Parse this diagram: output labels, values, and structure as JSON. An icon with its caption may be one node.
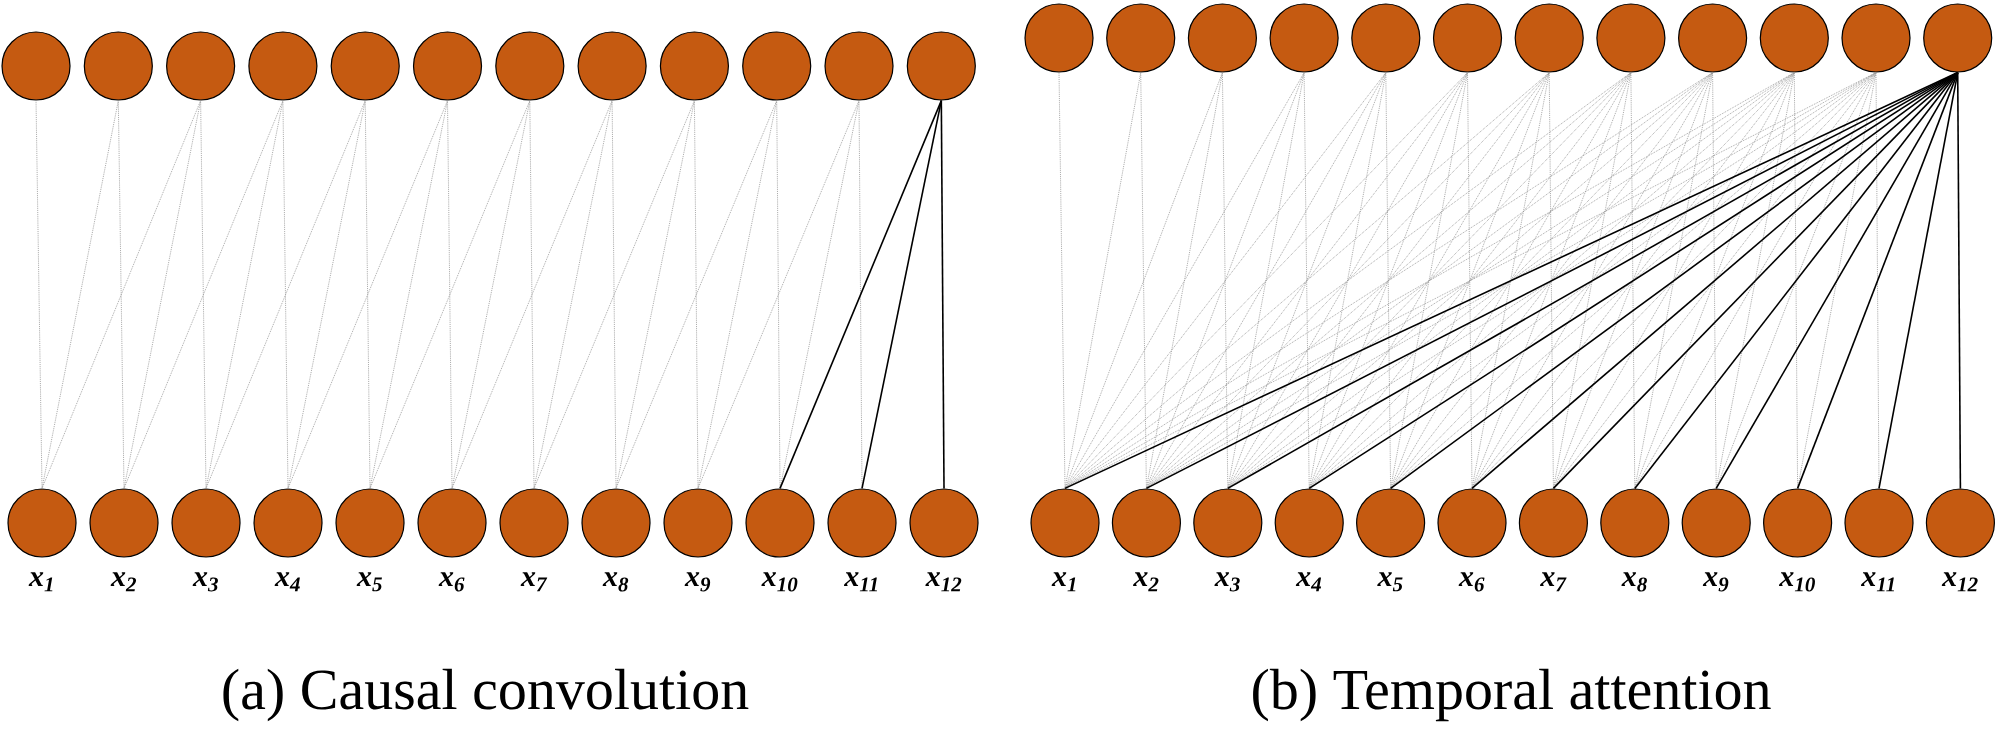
{
  "diagram": {
    "nodes": [
      {
        "text": [],
        "shape": "circle"
      },
      {
        "text": [],
        "shape": "circle"
      },
      {
        "text": [],
        "shape": "circle"
      },
      {
        "text": [],
        "shape": "circle"
      },
      {
        "text": [],
        "shape": "circle"
      },
      {
        "text": [],
        "shape": "circle"
      },
      {
        "text": [],
        "shape": "circle"
      },
      {
        "text": [],
        "shape": "circle"
      },
      {
        "text": [],
        "shape": "circle"
      },
      {
        "text": [],
        "shape": "circle"
      },
      {
        "text": [],
        "shape": "circle"
      },
      {
        "text": [],
        "shape": "circle"
      },
      {
        "text": [],
        "shape": "circle",
        "beside": [
          "x$_{1}$"
        ]
      },
      {
        "text": [],
        "shape": "circle",
        "beside": [
          "x$_{2}$"
        ]
      },
      {
        "text": [],
        "shape": "circle",
        "beside": [
          "x$_{3}$"
        ]
      },
      {
        "text": [],
        "shape": "circle",
        "beside": [
          "x$_{4}$"
        ]
      },
      {
        "text": [],
        "shape": "circle",
        "beside": [
          "x$_{5}$"
        ]
      },
      {
        "text": [],
        "shape": "circle",
        "beside": [
          "x$_{6}$"
        ]
      },
      {
        "text": [],
        "shape": "circle",
        "beside": [
          "x$_{7}$"
        ]
      },
      {
        "text": [],
        "shape": "circle",
        "beside": [
          "x$_{8}$"
        ]
      },
      {
        "text": [],
        "shape": "circle",
        "beside": [
          "x$_{9}$"
        ]
      },
      {
        "text": [],
        "shape": "circle",
        "beside": [
          "x$_{10}$"
        ]
      },
      {
        "text": [],
        "shape": "circle",
        "beside": [
          "x$_{11}$"
        ]
      },
      {
        "text": [],
        "shape": "circle",
        "beside": [
          "x$_{12}$"
        ]
      },
      {
        "text": [],
        "shape": "circle"
      },
      {
        "text": [],
        "shape": "circle"
      },
      {
        "text": [],
        "shape": "circle"
      },
      {
        "text": [],
        "shape": "circle"
      },
      {
        "text": [],
        "shape": "circle"
      },
      {
        "text": [],
        "shape": "circle"
      },
      {
        "text": [],
        "shape": "circle"
      },
      {
        "text": [],
        "shape": "circle"
      },
      {
        "text": [],
        "shape": "circle"
      },
      {
        "text": [],
        "shape": "circle"
      },
      {
        "text": [],
        "shape": "circle"
      },
      {
        "text": [],
        "shape": "circle"
      },
      {
        "text": [],
        "shape": "circle",
        "beside": [
          "x$_{1}$"
        ]
      },
      {
        "text": [],
        "shape": "circle",
        "beside": [
          "x$_{2}$"
        ]
      },
      {
        "text": [],
        "shape": "circle",
        "beside": [
          "x$_{3}$"
        ]
      },
      {
        "text": [],
        "shape": "circle",
        "beside": [
          "x$_{4}$"
        ]
      },
      {
        "text": [],
        "shape": "circle",
        "beside": [
          "x$_{5}$"
        ]
      },
      {
        "text": [],
        "shape": "circle",
        "beside": [
          "x$_{6}$"
        ]
      },
      {
        "text": [],
        "shape": "circle",
        "beside": [
          "x$_{7}$"
        ]
      },
      {
        "text": [],
        "shape": "circle",
        "beside": [
          "x$_{8}$"
        ]
      },
      {
        "text": [],
        "shape": "circle",
        "beside": [
          "x$_{9}$"
        ]
      },
      {
        "text": [],
        "shape": "circle",
        "beside": [
          "x$_{10}$"
        ]
      },
      {
        "text": [],
        "shape": "circle",
        "beside": [
          "x$_{11}$"
        ]
      },
      {
        "text": [],
        "shape": "circle",
        "beside": [
          "x$_{12}$"
        ]
      }
    ],
    "edges": [
      {
        "from": 12,
        "to": 0,
        "arrow": "none",
        "style": "dashed"
      },
      {
        "from": 12,
        "to": 1,
        "arrow": "none",
        "style": "dashed"
      },
      {
        "from": 13,
        "to": 1,
        "arrow": "none",
        "style": "dashed"
      },
      {
        "from": 12,
        "to": 2,
        "arrow": "none",
        "style": "dashed"
      },
      {
        "from": 13,
        "to": 2,
        "arrow": "none",
        "style": "dashed"
      },
      {
        "from": 14,
        "to": 2,
        "arrow": "none",
        "style": "dashed"
      },
      {
        "from": 13,
        "to": 3,
        "arrow": "none",
        "style": "dashed"
      },
      {
        "from": 14,
        "to": 3,
        "arrow": "none",
        "style": "dashed"
      },
      {
        "from": 15,
        "to": 3,
        "arrow": "none",
        "style": "dashed"
      },
      {
        "from": 14,
        "to": 4,
        "arrow": "none",
        "style": "dashed"
      },
      {
        "from": 15,
        "to": 4,
        "arrow": "none",
        "style": "dashed"
      },
      {
        "from": 16,
        "to": 4,
        "arrow": "none",
        "style": "dashed"
      },
      {
        "from": 15,
        "to": 5,
        "arrow": "none",
        "style": "dashed"
      },
      {
        "from": 16,
        "to": 5,
        "arrow": "none",
        "style": "dashed"
      },
      {
        "from": 17,
        "to": 5,
        "arrow": "none",
        "style": "dashed"
      },
      {
        "from": 16,
        "to": 6,
        "arrow": "none",
        "style": "dashed"
      },
      {
        "from": 17,
        "to": 6,
        "arrow": "none",
        "style": "dashed"
      },
      {
        "from": 18,
        "to": 6,
        "arrow": "none",
        "style": "dashed"
      },
      {
        "from": 17,
        "to": 7,
        "arrow": "none",
        "style": "dashed"
      },
      {
        "from": 18,
        "to": 7,
        "arrow": "none",
        "style": "dashed"
      },
      {
        "from": 19,
        "to": 7,
        "arrow": "none",
        "style": "dashed"
      },
      {
        "from": 18,
        "to": 8,
        "arrow": "none",
        "style": "dashed"
      },
      {
        "from": 19,
        "to": 8,
        "arrow": "none",
        "style": "dashed"
      },
      {
        "from": 20,
        "to": 8,
        "arrow": "none",
        "style": "dashed"
      },
      {
        "from": 19,
        "to": 9,
        "arrow": "none",
        "style": "dashed"
      },
      {
        "from": 20,
        "to": 9,
        "arrow": "none",
        "style": "dashed"
      },
      {
        "from": 21,
        "to": 9,
        "arrow": "none",
        "style": "dashed"
      },
      {
        "from": 20,
        "to": 10,
        "arrow": "none",
        "style": "dashed"
      },
      {
        "from": 21,
        "to": 10,
        "arrow": "none",
        "style": "dashed"
      },
      {
        "from": 22,
        "to": 10,
        "arrow": "none",
        "style": "dashed"
      },
      {
        "from": 21,
        "to": 11,
        "arrow": "none",
        "color": "#000000"
      },
      {
        "from": 22,
        "to": 11,
        "arrow": "none",
        "color": "#000000"
      },
      {
        "from": 23,
        "to": 11,
        "arrow": "none",
        "color": "#000000"
      },
      {
        "from": 36,
        "to": 24,
        "arrow": "none",
        "style": "dashed"
      },
      {
        "from": 36,
        "to": 25,
        "arrow": "none",
        "style": "dashed"
      },
      {
        "from": 37,
        "to": 25,
        "arrow": "none",
        "style": "dashed"
      },
      {
        "from": 36,
        "to": 26,
        "arrow": "none",
        "style": "dashed"
      },
      {
        "from": 37,
        "to": 26,
        "arrow": "none",
        "style": "dashed"
      },
      {
        "from": 38,
        "to": 26,
        "arrow": "none",
        "style": "dashed"
      },
      {
        "from": 36,
        "to": 27,
        "arrow": "none",
        "style": "dashed"
      },
      {
        "from": 37,
        "to": 27,
        "arrow": "none",
        "style": "dashed"
      },
      {
        "from": 38,
        "to": 27,
        "arrow": "none",
        "style": "dashed"
      },
      {
        "from": 39,
        "to": 27,
        "arrow": "none",
        "style": "dashed"
      },
      {
        "from": 36,
        "to": 28,
        "arrow": "none",
        "style": "dashed"
      },
      {
        "from": 37,
        "to": 28,
        "arrow": "none",
        "style": "dashed"
      },
      {
        "from": 38,
        "to": 28,
        "arrow": "none",
        "style": "dashed"
      },
      {
        "from": 39,
        "to": 28,
        "arrow": "none",
        "style": "dashed"
      },
      {
        "from": 40,
        "to": 28,
        "arrow": "none",
        "style": "dashed"
      },
      {
        "from": 36,
        "to": 29,
        "arrow": "none",
        "style": "dashed"
      },
      {
        "from": 37,
        "to": 29,
        "arrow": "none",
        "style": "dashed"
      },
      {
        "from": 38,
        "to": 29,
        "arrow": "none",
        "style": "dashed"
      },
      {
        "from": 39,
        "to": 29,
        "arrow": "none",
        "style": "dashed"
      },
      {
        "from": 40,
        "to": 29,
        "arrow": "none",
        "style": "dashed"
      },
      {
        "from": 41,
        "to": 29,
        "arrow": "none",
        "style": "dashed"
      },
      {
        "from": 36,
        "to": 30,
        "arrow": "none",
        "style": "dashed"
      },
      {
        "from": 37,
        "to": 30,
        "arrow": "none",
        "style": "dashed"
      },
      {
        "from": 38,
        "to": 30,
        "arrow": "none",
        "style": "dashed"
      },
      {
        "from": 39,
        "to": 30,
        "arrow": "none",
        "style": "dashed"
      },
      {
        "from": 40,
        "to": 30,
        "arrow": "none",
        "style": "dashed"
      },
      {
        "from": 41,
        "to": 30,
        "arrow": "none",
        "style": "dashed"
      },
      {
        "from": 42,
        "to": 30,
        "arrow": "none",
        "style": "dashed"
      },
      {
        "from": 36,
        "to": 31,
        "arrow": "none",
        "style": "dashed"
      },
      {
        "from": 37,
        "to": 31,
        "arrow": "none",
        "style": "dashed"
      },
      {
        "from": 38,
        "to": 31,
        "arrow": "none",
        "style": "dashed"
      },
      {
        "from": 39,
        "to": 31,
        "arrow": "none",
        "style": "dashed"
      },
      {
        "from": 40,
        "to": 31,
        "arrow": "none",
        "style": "dashed"
      },
      {
        "from": 41,
        "to": 31,
        "arrow": "none",
        "style": "dashed"
      },
      {
        "from": 42,
        "to": 31,
        "arrow": "none",
        "style": "dashed"
      },
      {
        "from": 43,
        "to": 31,
        "arrow": "none",
        "style": "dashed"
      },
      {
        "from": 36,
        "to": 32,
        "arrow": "none",
        "style": "dashed"
      },
      {
        "from": 37,
        "to": 32,
        "arrow": "none",
        "style": "dashed"
      },
      {
        "from": 38,
        "to": 32,
        "arrow": "none",
        "style": "dashed"
      },
      {
        "from": 39,
        "to": 32,
        "arrow": "none",
        "style": "dashed"
      },
      {
        "from": 40,
        "to": 32,
        "arrow": "none",
        "style": "dashed"
      },
      {
        "from": 41,
        "to": 32,
        "arrow": "none",
        "style": "dashed"
      },
      {
        "from": 42,
        "to": 32,
        "arrow": "none",
        "style": "dashed"
      },
      {
        "from": 43,
        "to": 32,
        "arrow": "none",
        "style": "dashed"
      },
      {
        "from": 44,
        "to": 32,
        "arrow": "none",
        "style": "dashed"
      },
      {
        "from": 36,
        "to": 33,
        "arrow": "none",
        "style": "dashed"
      },
      {
        "from": 37,
        "to": 33,
        "arrow": "none",
        "style": "dashed"
      },
      {
        "from": 38,
        "to": 33,
        "arrow": "none",
        "style": "dashed"
      },
      {
        "from": 39,
        "to": 33,
        "arrow": "none",
        "style": "dashed"
      },
      {
        "from": 40,
        "to": 33,
        "arrow": "none",
        "style": "dashed"
      },
      {
        "from": 41,
        "to": 33,
        "arrow": "none",
        "style": "dashed"
      },
      {
        "from": 42,
        "to": 33,
        "arrow": "none",
        "style": "dashed"
      },
      {
        "from": 43,
        "to": 33,
        "arrow": "none",
        "style": "dashed"
      },
      {
        "from": 44,
        "to": 33,
        "arrow": "none",
        "style": "dashed"
      },
      {
        "from": 45,
        "to": 33,
        "arrow": "none",
        "style": "dashed"
      },
      {
        "from": 36,
        "to": 34,
        "arrow": "none",
        "style": "dashed"
      },
      {
        "from": 37,
        "to": 34,
        "arrow": "none",
        "style": "dashed"
      },
      {
        "from": 38,
        "to": 34,
        "arrow": "none",
        "style": "dashed"
      },
      {
        "from": 39,
        "to": 34,
        "arrow": "none",
        "style": "dashed"
      },
      {
        "from": 40,
        "to": 34,
        "arrow": "none",
        "style": "dashed"
      },
      {
        "from": 41,
        "to": 34,
        "arrow": "none",
        "style": "dashed"
      },
      {
        "from": 42,
        "to": 34,
        "arrow": "none",
        "style": "dashed"
      },
      {
        "from": 43,
        "to": 34,
        "arrow": "none",
        "style": "dashed"
      },
      {
        "from": 44,
        "to": 34,
        "arrow": "none",
        "style": "dashed"
      },
      {
        "from": 45,
        "to": 34,
        "arrow": "none",
        "style": "dashed"
      },
      {
        "from": 46,
        "to": 34,
        "arrow": "none",
        "style": "dashed"
      },
      {
        "from": 36,
        "to": 35,
        "arrow": "none",
        "color": "#000000"
      },
      {
        "from": 37,
        "to": 35,
        "arrow": "none",
        "color": "#000000"
      },
      {
        "from": 38,
        "to": 35,
        "arrow": "none",
        "color": "#000000"
      },
      {
        "from": 39,
        "to": 35,
        "arrow": "none",
        "color": "#000000"
      },
      {
        "from": 40,
        "to": 35,
        "arrow": "none",
        "color": "#000000"
      },
      {
        "from": 41,
        "to": 35,
        "arrow": "none",
        "color": "#000000"
      },
      {
        "from": 42,
        "to": 35,
        "arrow": "none",
        "color": "#000000"
      },
      {
        "from": 43,
        "to": 35,
        "arrow": "none",
        "color": "#000000"
      },
      {
        "from": 44,
        "to": 35,
        "arrow": "none",
        "color": "#000000"
      },
      {
        "from": 45,
        "to": 35,
        "arrow": "none",
        "color": "#000000"
      },
      {
        "from": 46,
        "to": 35,
        "arrow": "none",
        "color": "#000000"
      },
      {
        "from": 47,
        "to": 35,
        "arrow": "none",
        "color": "#000000"
      }
    ],
    "labels": [
      "(a) Causal convolution",
      "(b) Temporal attention"
    ]
  }
}
